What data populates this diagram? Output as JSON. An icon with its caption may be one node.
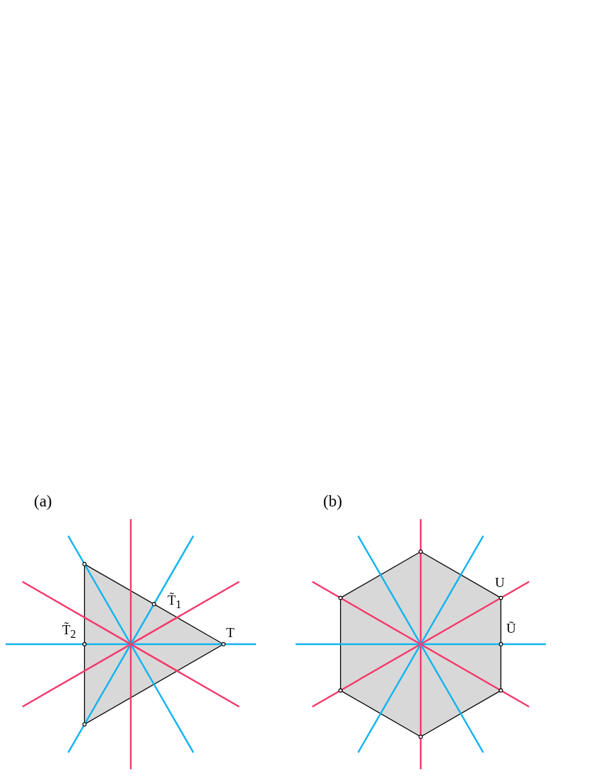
{
  "diagram": {
    "labels": [
      "(a)",
      "(b)",
      "U",
      "T̃$_{1}$",
      "T̃$_{2}$",
      "T",
      "Ũ"
    ]
  }
}
